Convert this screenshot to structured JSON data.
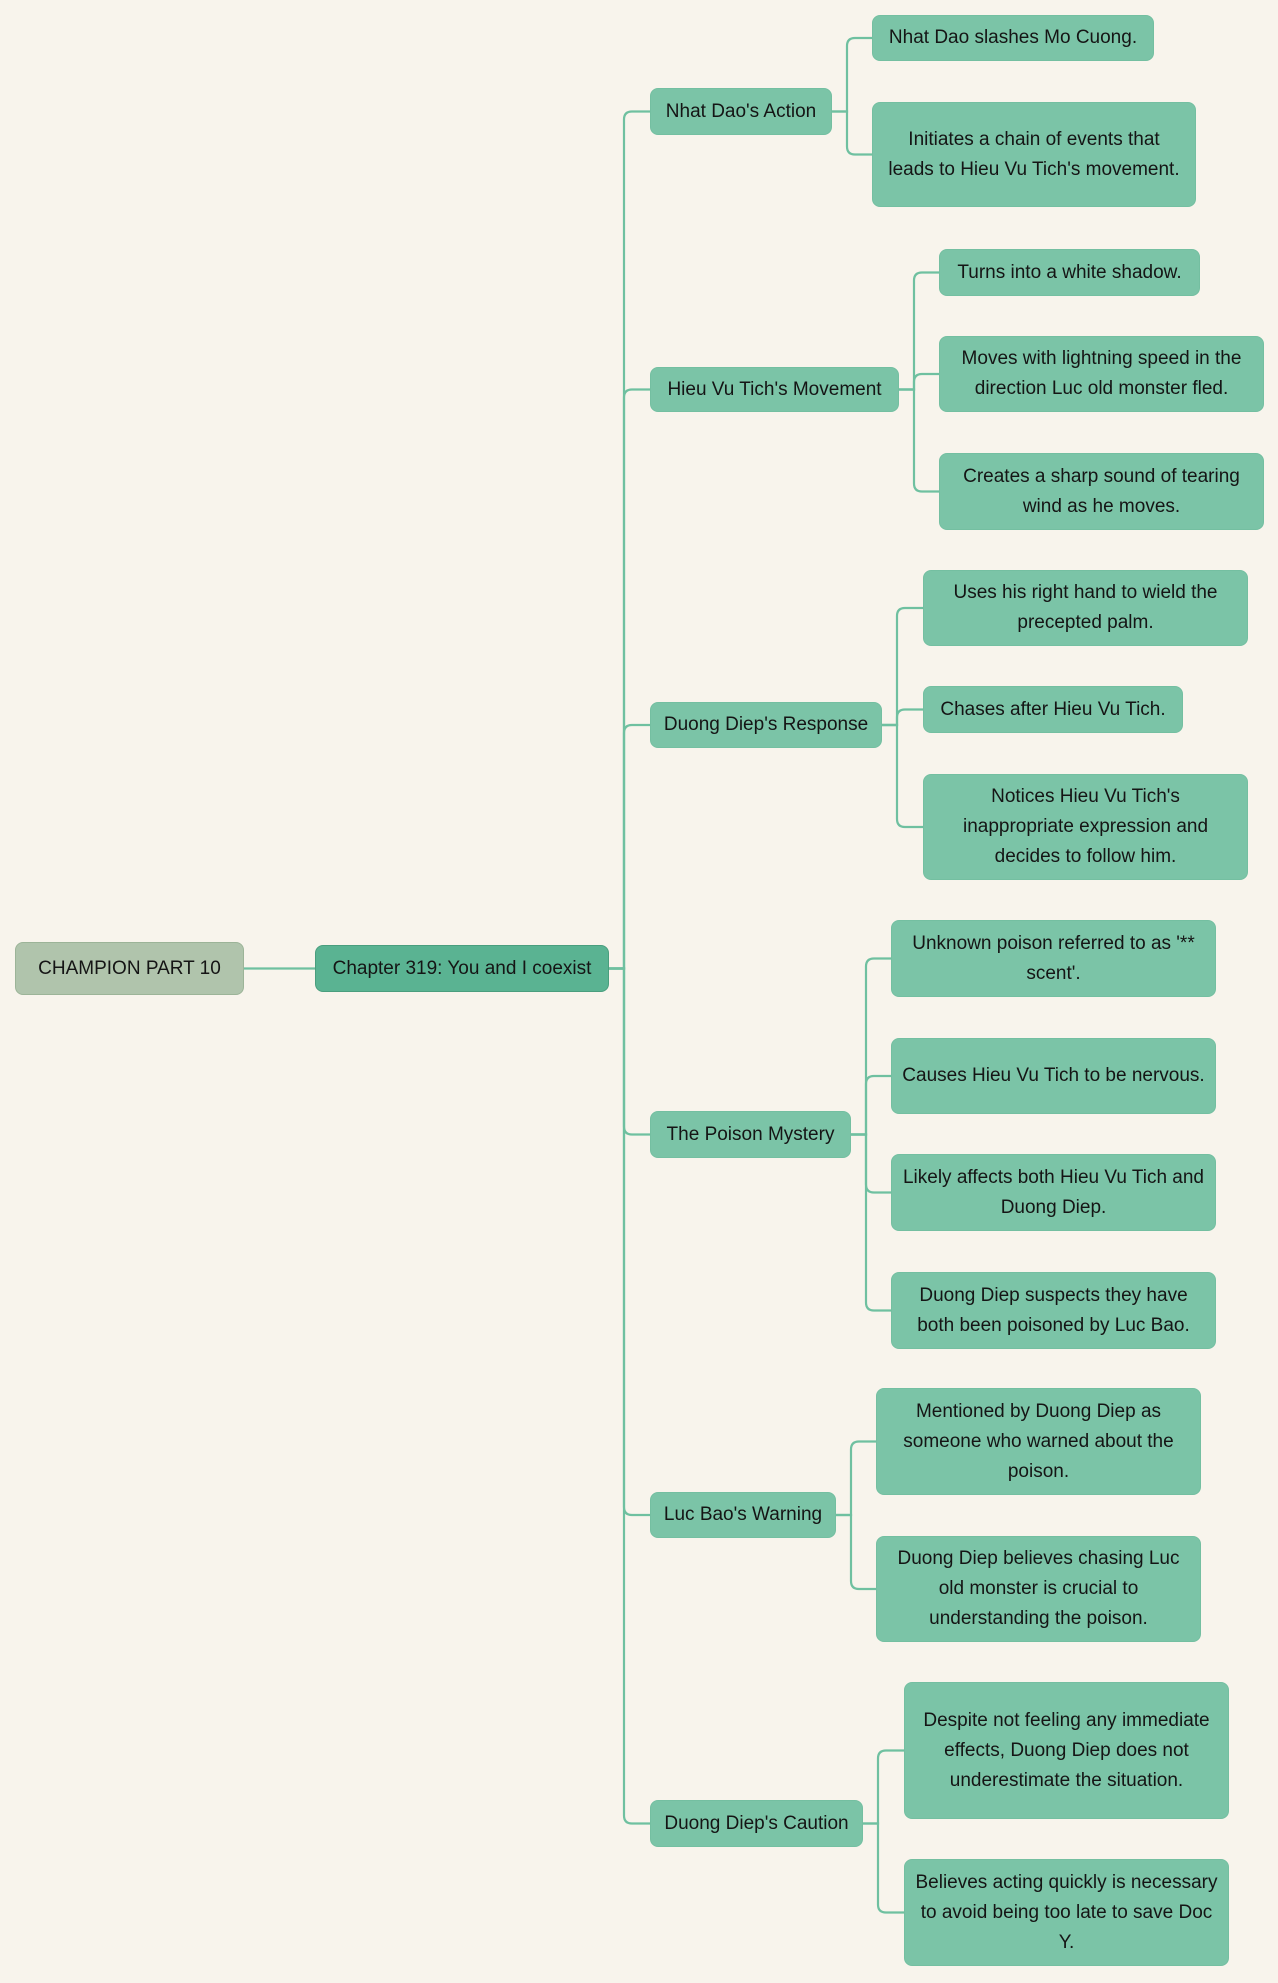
{
  "colors": {
    "background": "#f8f4ec",
    "node": "#7bc4a7",
    "chapter": "#5ab392",
    "root": "#b0c4ac",
    "line": "#6fc0a0"
  },
  "root": {
    "label": "CHAMPION PART 10"
  },
  "chapter": {
    "label": "Chapter 319: You and I coexist"
  },
  "branches": [
    {
      "label": "Nhat Dao's Action",
      "children": [
        "Nhat Dao slashes Mo Cuong.",
        "Initiates a chain of events that leads to Hieu Vu Tich's movement."
      ]
    },
    {
      "label": "Hieu Vu Tich's Movement",
      "children": [
        "Turns into a white shadow.",
        "Moves with lightning speed in the direction Luc old monster fled.",
        "Creates a sharp sound of tearing wind as he moves."
      ]
    },
    {
      "label": "Duong Diep's Response",
      "children": [
        "Uses his right hand to wield the precepted palm.",
        "Chases after Hieu Vu Tich.",
        "Notices Hieu Vu Tich's inappropriate expression and decides to follow him."
      ]
    },
    {
      "label": "The Poison Mystery",
      "children": [
        "Unknown poison referred to as '** scent'.",
        "Causes Hieu Vu Tich to be nervous.",
        "Likely affects both Hieu Vu Tich and Duong Diep.",
        "Duong Diep suspects they have both been poisoned by Luc Bao."
      ]
    },
    {
      "label": "Luc Bao's Warning",
      "children": [
        "Mentioned by Duong Diep as someone who warned about the poison.",
        "Duong Diep believes chasing Luc old monster is crucial to understanding the poison."
      ]
    },
    {
      "label": "Duong Diep's Caution",
      "children": [
        "Despite not feeling any immediate effects, Duong Diep does not underestimate the situation.",
        "Believes acting quickly is necessary to avoid being too late to save Doc Y."
      ]
    }
  ]
}
